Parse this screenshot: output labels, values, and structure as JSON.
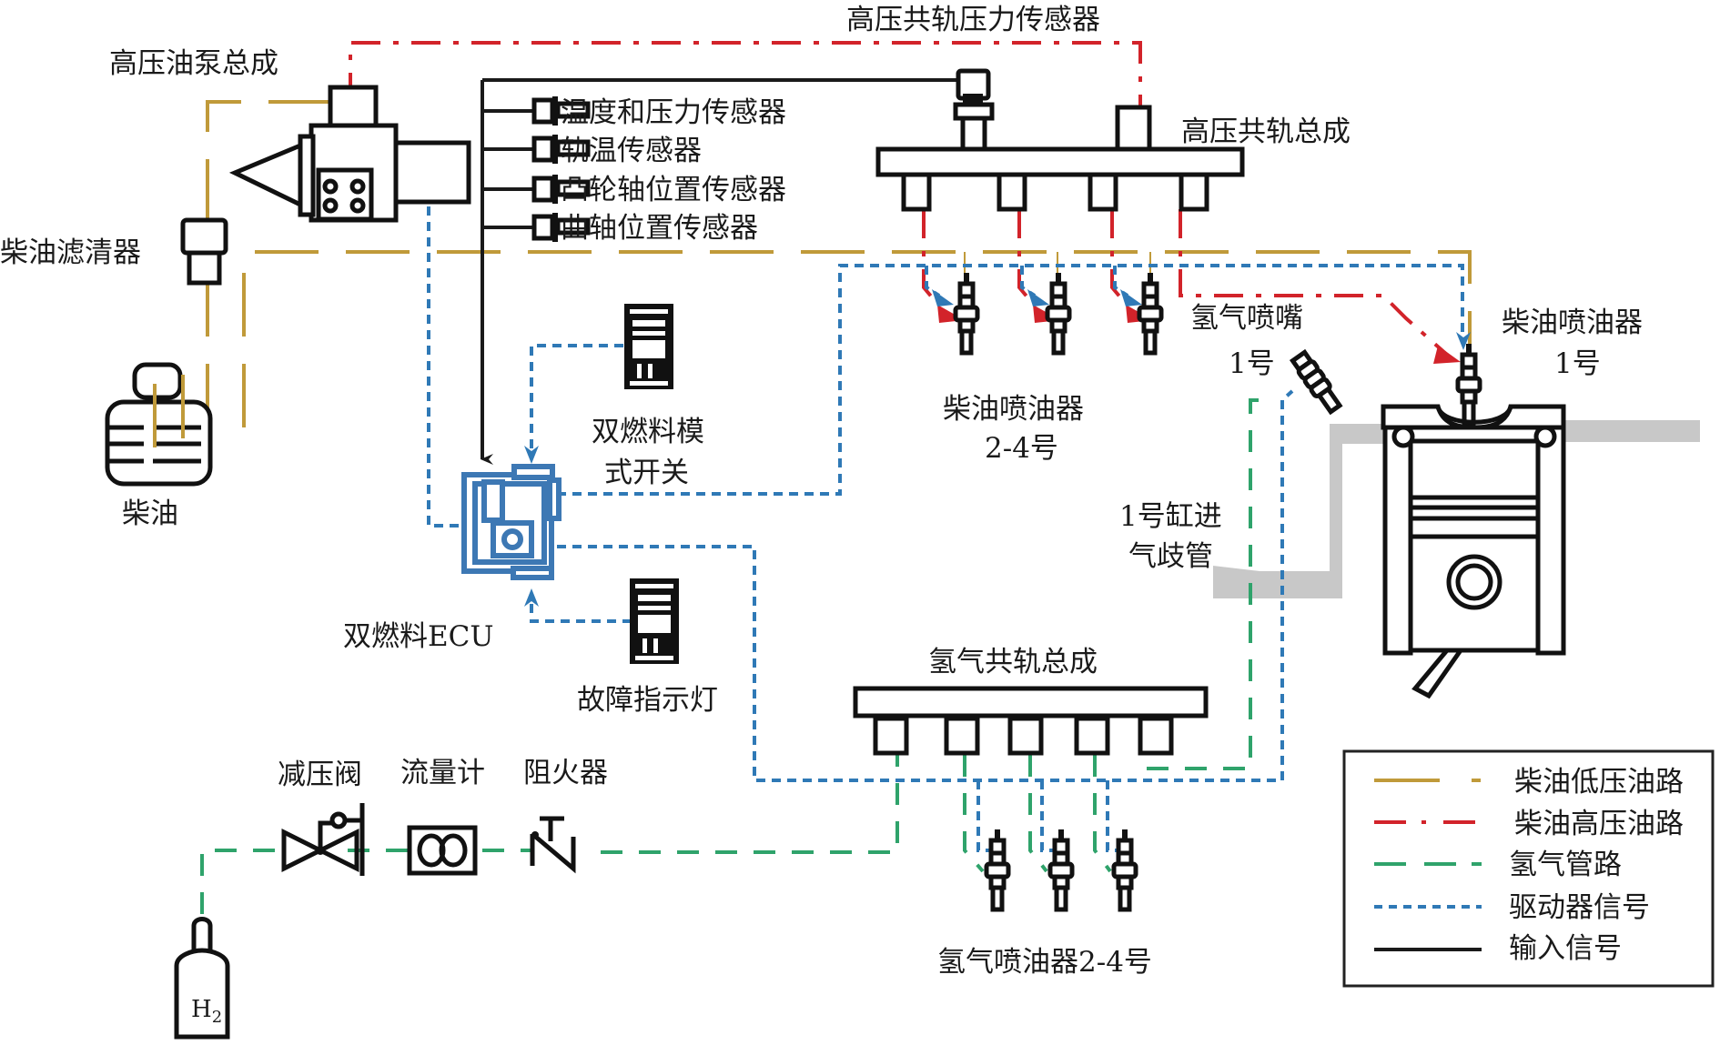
{
  "figure": {
    "labels": {
      "hp_pump": "高压油泵总成",
      "rail_pressure_sensor": "高压共轨压力传感器",
      "diesel_filter": "柴油滤清器",
      "diesel_tank": "柴油",
      "sensor_temp_pressure": "温度和压力传感器",
      "sensor_rail_temp": "轨温传感器",
      "sensor_cam": "凸轮轴位置传感器",
      "sensor_crank": "曲轴位置传感器",
      "hp_rail": "高压共轨总成",
      "diesel_injectors_2_4_line1": "柴油喷油器",
      "diesel_injectors_2_4_line2": "2-4号",
      "h2_nozzle_line1": "氢气喷嘴",
      "h2_nozzle_line2": "1号",
      "diesel_injector_1_line1": "柴油喷油器",
      "diesel_injector_1_line2": "1号",
      "mode_switch_line1": "双燃料模",
      "mode_switch_line2": "式开关",
      "ecu": "双燃料ECU",
      "fault_lamp": "故障指示灯",
      "intake_line1": "1号缸进",
      "intake_line2": "气歧管",
      "h2_rail": "氢气共轨总成",
      "pressure_valve": "减压阀",
      "flow_meter": "流量计",
      "flame_arrester": "阻火器",
      "h2_injectors": "氢气喷油器2-4号",
      "h2_tank": "H",
      "h2_tank_sub": "2"
    },
    "legend": [
      {
        "label": "柴油低压油路",
        "color": "#c09a3a",
        "style": "dash-long"
      },
      {
        "label": "柴油高压油路",
        "color": "#d2232a",
        "style": "dash-dot"
      },
      {
        "label": "氢气管路",
        "color": "#2fa36b",
        "style": "dashed"
      },
      {
        "label": "驱动器信号",
        "color": "#2f79b6",
        "style": "dotted"
      },
      {
        "label": "输入信号",
        "color": "#1a1a1a",
        "style": "solid"
      }
    ],
    "colors": {
      "diesel_low": "#c09a3a",
      "diesel_high": "#d2232a",
      "hydrogen": "#2fa36b",
      "driver_signal": "#2f79b6",
      "input_signal": "#1a1a1a",
      "ecu": "#3d78b4",
      "manifold": "#c8c8c8"
    }
  }
}
